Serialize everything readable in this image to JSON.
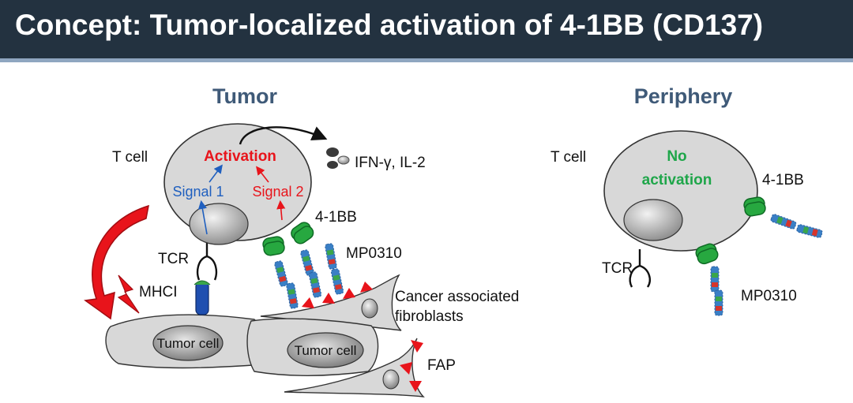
{
  "header": {
    "title": "Concept: Tumor-localized activation of 4-1BB (CD137)"
  },
  "tumor": {
    "heading": "Tumor",
    "t_cell": "T cell",
    "activation": "Activation",
    "signal1": "Signal 1",
    "signal2": "Signal 2",
    "cytokines": "IFN-γ, IL-2",
    "receptor_4_1bb": "4-1BB",
    "tcr": "TCR",
    "mhci": "MHCI",
    "mp0310": "MP0310",
    "caf_line1": "Cancer associated",
    "caf_line2": "fibroblasts",
    "tumor_cell_1": "Tumor cell",
    "tumor_cell_2": "Tumor cell",
    "fap": "FAP"
  },
  "periphery": {
    "heading": "Periphery",
    "t_cell": "T cell",
    "no_line1": "No",
    "no_line2": "activation",
    "receptor_4_1bb": "4-1BB",
    "tcr": "TCR",
    "mp0310": "MP0310"
  },
  "colors": {
    "header_bg": "#233240",
    "heading": "#3f5a78",
    "activation": "#e8141b",
    "signal1": "#1f5fbf",
    "no_activation": "#1fa64a",
    "receptor": "#1fa64a",
    "fap": "#e8141b"
  }
}
